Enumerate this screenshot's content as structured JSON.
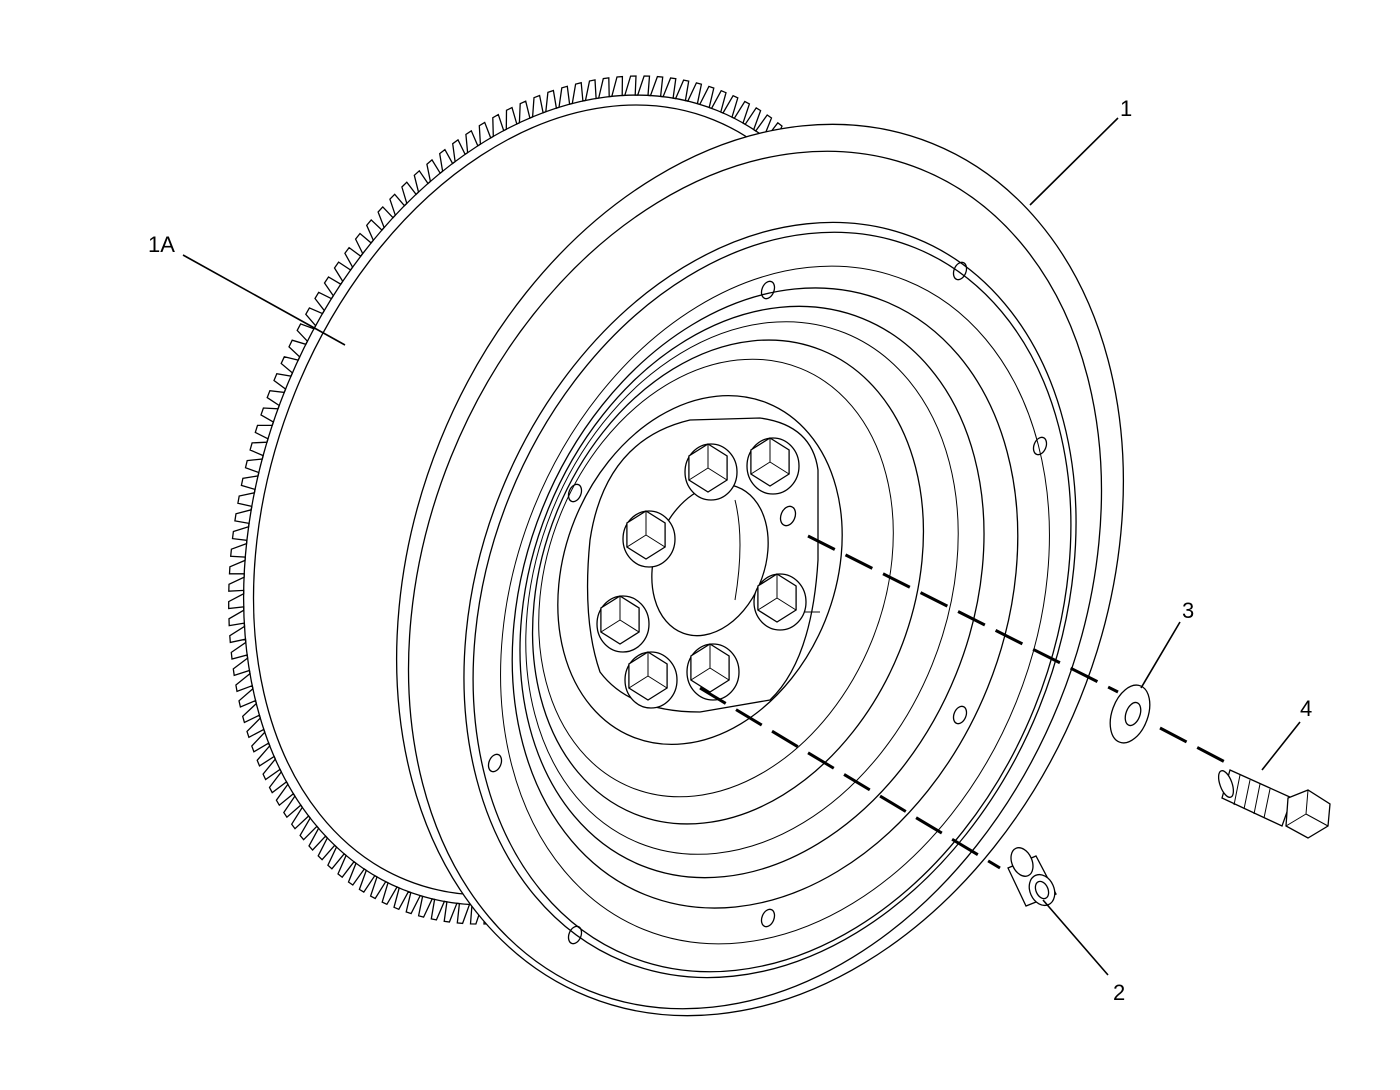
{
  "labels": {
    "flywheel": "1",
    "ring_gear": "1A",
    "dowel": "2",
    "washer": "3",
    "bolt": "4"
  }
}
